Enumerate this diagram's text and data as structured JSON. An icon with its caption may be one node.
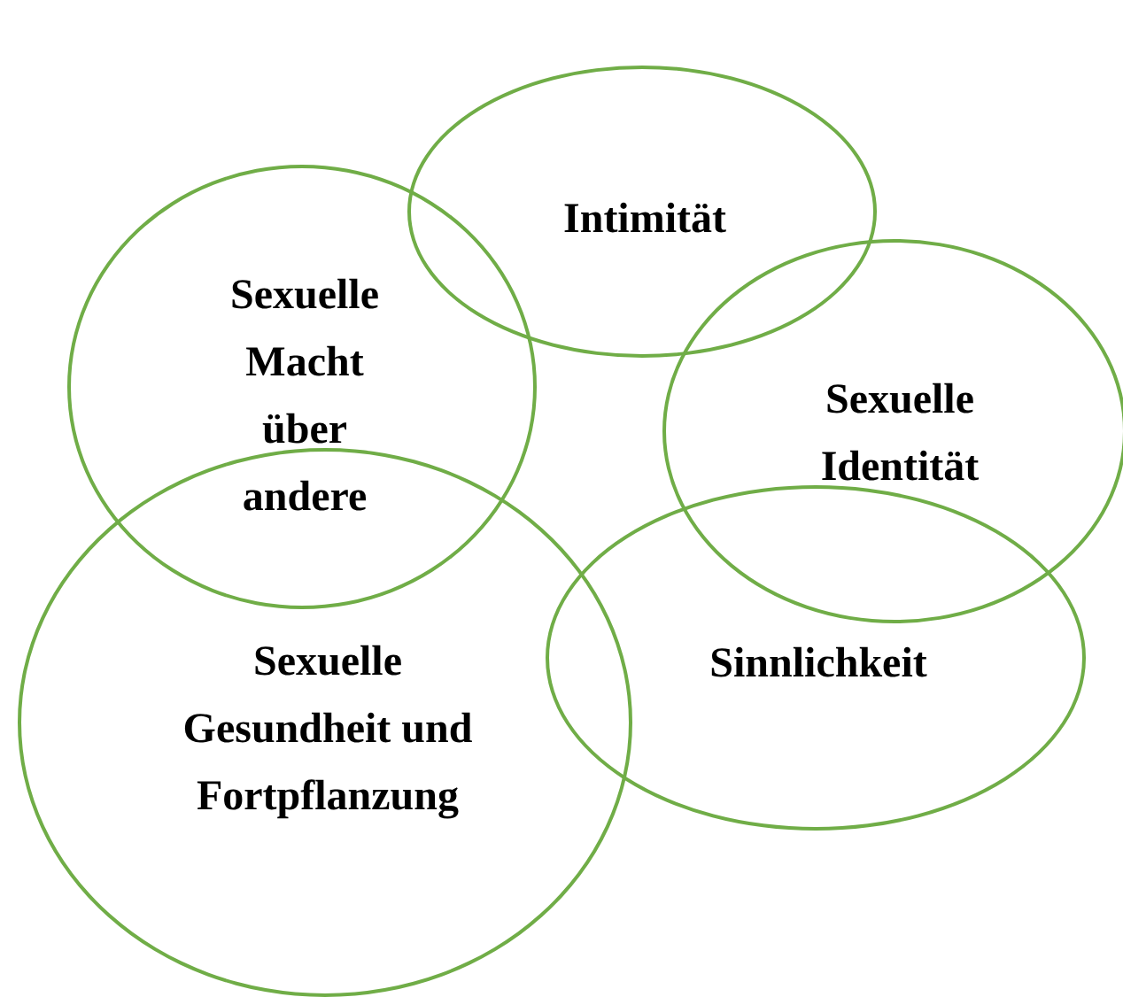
{
  "diagram": {
    "nodes": [
      {
        "text": [
          "Intimität"
        ]
      },
      {
        "text": [
          "Sexuelle Macht über andere"
        ]
      },
      {
        "text": [
          "Sexuelle Identität"
        ]
      },
      {
        "text": [
          "Sinnlichkeit"
        ]
      },
      {
        "text": [
          "Sexuelle Gesundheit und Fortpflanzung"
        ]
      }
    ]
  }
}
